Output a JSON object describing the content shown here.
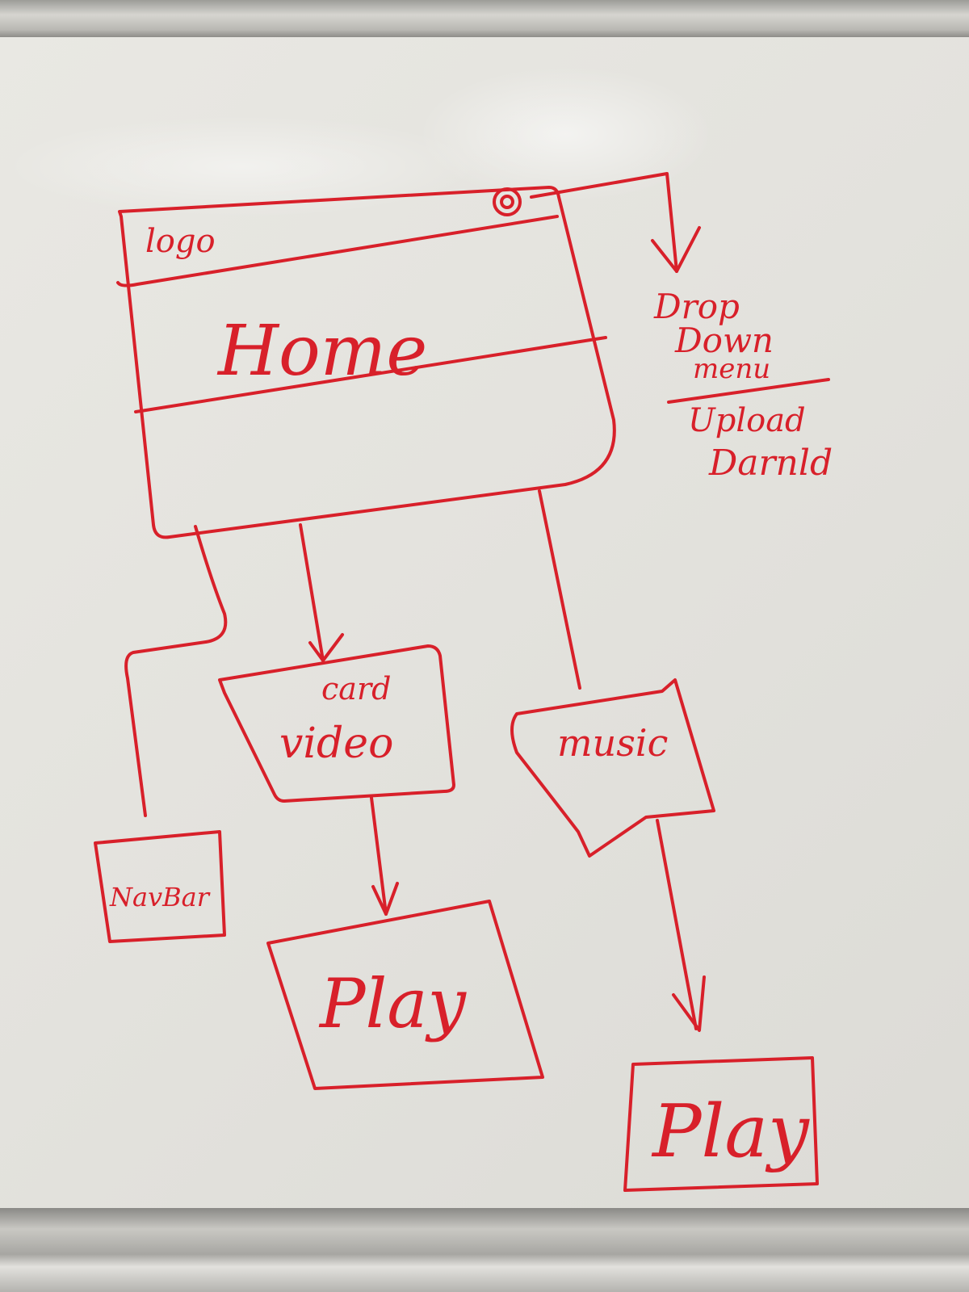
{
  "colors": {
    "marker": "#d8202a",
    "board": "#e6e5e0"
  },
  "labels": {
    "logo": "logo",
    "home": "Home",
    "dropdown_1": "Drop",
    "dropdown_2": "Down",
    "dropdown_3": "menu",
    "upload": "Upload",
    "download": "Darnld",
    "card": "card",
    "video": "video",
    "music": "music",
    "navbar": "NavBar",
    "play_video": "Play",
    "play_music": "Play"
  }
}
